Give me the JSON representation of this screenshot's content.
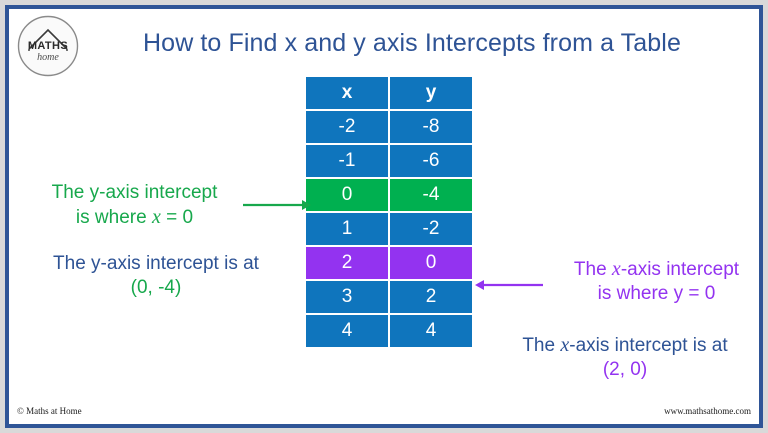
{
  "page": {
    "title": "How to Find x and y axis Intercepts from a Table",
    "border_color": "#2f5597",
    "background": "#ffffff"
  },
  "logo": {
    "brand": "MATHS",
    "sub_brand": "home",
    "icon": "house-roof-circle-logo"
  },
  "table": {
    "headers": [
      "x",
      "y"
    ],
    "rows": [
      {
        "x": "-2",
        "y": "-8",
        "highlight": "none",
        "color": "#0f75bd"
      },
      {
        "x": "-1",
        "y": "-6",
        "highlight": "none",
        "color": "#0f75bd"
      },
      {
        "x": "0",
        "y": "-4",
        "highlight": "green",
        "color": "#00b050"
      },
      {
        "x": "1",
        "y": "-2",
        "highlight": "none",
        "color": "#0f75bd"
      },
      {
        "x": "2",
        "y": "0",
        "highlight": "purple",
        "color": "#9333f0"
      },
      {
        "x": "3",
        "y": "2",
        "highlight": "none",
        "color": "#0f75bd"
      },
      {
        "x": "4",
        "y": "4",
        "highlight": "none",
        "color": "#0f75bd"
      }
    ],
    "header_color": "#0f75bd",
    "text_color": "#ffffff"
  },
  "annotations": {
    "y_intercept_rule": {
      "line1": "The y-axis intercept",
      "line2_prefix": "is where ",
      "line2_var": "x",
      "line2_suffix": " = 0",
      "color": "#17a84c"
    },
    "y_intercept_result": {
      "text": "The y-axis intercept is at",
      "coordinate": "(0, -4)",
      "text_color": "#2e5395",
      "coordinate_color": "#17a84c"
    },
    "x_intercept_rule": {
      "line1_prefix": "The ",
      "line1_var": "x",
      "line1_suffix": "-axis intercept",
      "line2": "is where y = 0",
      "color": "#9333f0"
    },
    "x_intercept_result": {
      "text_prefix": "The ",
      "text_var": "x",
      "text_suffix": "-axis intercept is at",
      "coordinate": "(2, 0)",
      "text_color": "#2e5395",
      "coordinate_color": "#9333f0"
    },
    "arrow_to_green_row": "right-arrow",
    "arrow_to_purple_row": "left-arrow"
  },
  "footer": {
    "copyright": "© Maths at Home",
    "website": "www.mathsathome.com"
  }
}
